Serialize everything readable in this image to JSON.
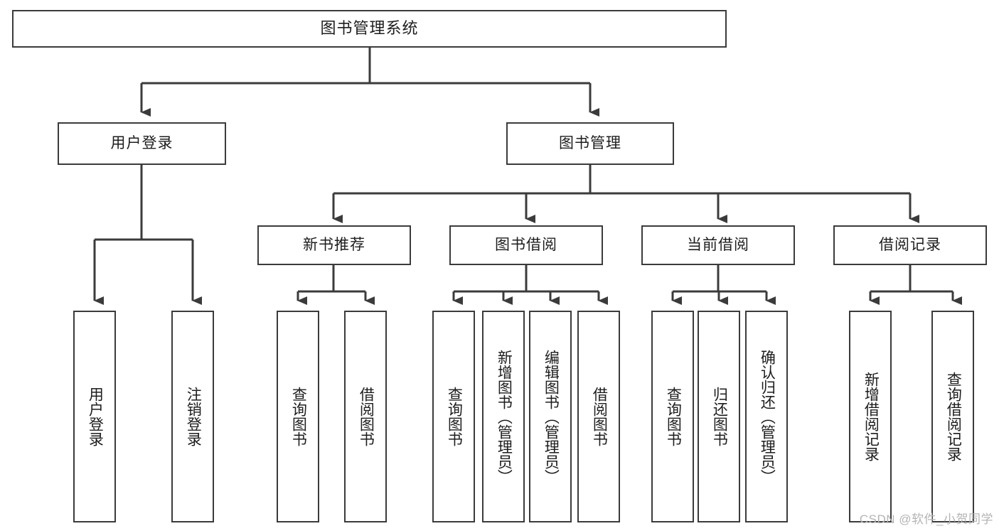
{
  "diagram": {
    "title": "图书管理系统",
    "type": "tree",
    "colors": {
      "stroke": "#3b3b3b",
      "background": "#ffffff",
      "text": "#1d1d1d",
      "watermark": "#b4b4b4"
    },
    "root": {
      "label": "图书管理系统"
    },
    "level1": [
      {
        "label": "用户登录"
      },
      {
        "label": "图书管理"
      }
    ],
    "level2": [
      {
        "label": "新书推荐"
      },
      {
        "label": "图书借阅"
      },
      {
        "label": "当前借阅"
      },
      {
        "label": "借阅记录"
      }
    ],
    "leaves": {
      "user_login": [
        {
          "label": "用户登录"
        },
        {
          "label": "注销登录"
        }
      ],
      "new_book_recommend": [
        {
          "label": "查询图书"
        },
        {
          "label": "借阅图书"
        }
      ],
      "book_borrow": [
        {
          "label": "查询图书"
        },
        {
          "label": "新增图书（管理员）"
        },
        {
          "label": "编辑图书（管理员）"
        },
        {
          "label": "借阅图书"
        }
      ],
      "current_borrow": [
        {
          "label": "查询图书"
        },
        {
          "label": "归还图书"
        },
        {
          "label": "确认归还（管理员）"
        }
      ],
      "borrow_record": [
        {
          "label": "新增借阅记录"
        },
        {
          "label": "查询借阅记录"
        }
      ]
    }
  },
  "watermark": {
    "text": "CSDN @软件_小贺同学"
  }
}
